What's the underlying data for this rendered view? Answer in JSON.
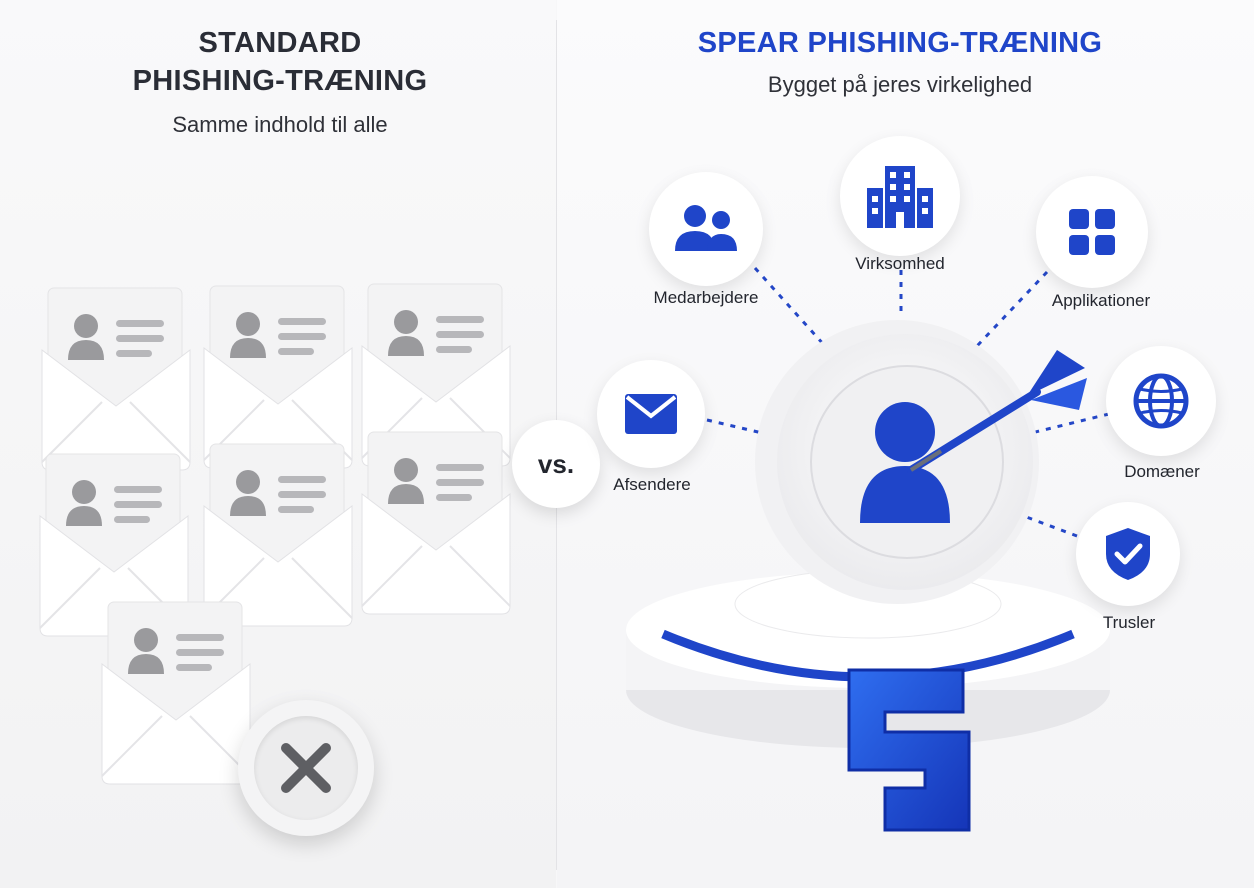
{
  "left": {
    "title_line1": "STANDARD",
    "title_line2": "PHISHING-TRÆNING",
    "subtitle": "Samme indhold til alle"
  },
  "vs_label": "vs.",
  "right": {
    "title": "SPEAR PHISHING-TRÆNING",
    "subtitle": "Bygget på jeres virkelighed",
    "nodes": [
      {
        "label": "Medarbejdere",
        "icon": "people-icon"
      },
      {
        "label": "Virksomhed",
        "icon": "building-icon"
      },
      {
        "label": "Applikationer",
        "icon": "apps-grid-icon"
      },
      {
        "label": "Afsendere",
        "icon": "mail-icon"
      },
      {
        "label": "Domæner",
        "icon": "globe-icon"
      },
      {
        "label": "Trusler",
        "icon": "shield-check-icon"
      }
    ]
  },
  "colors": {
    "accent_blue": "#1f45c9",
    "gray_icon": "#9a9a9d",
    "x_mark": "#5e5f63"
  }
}
